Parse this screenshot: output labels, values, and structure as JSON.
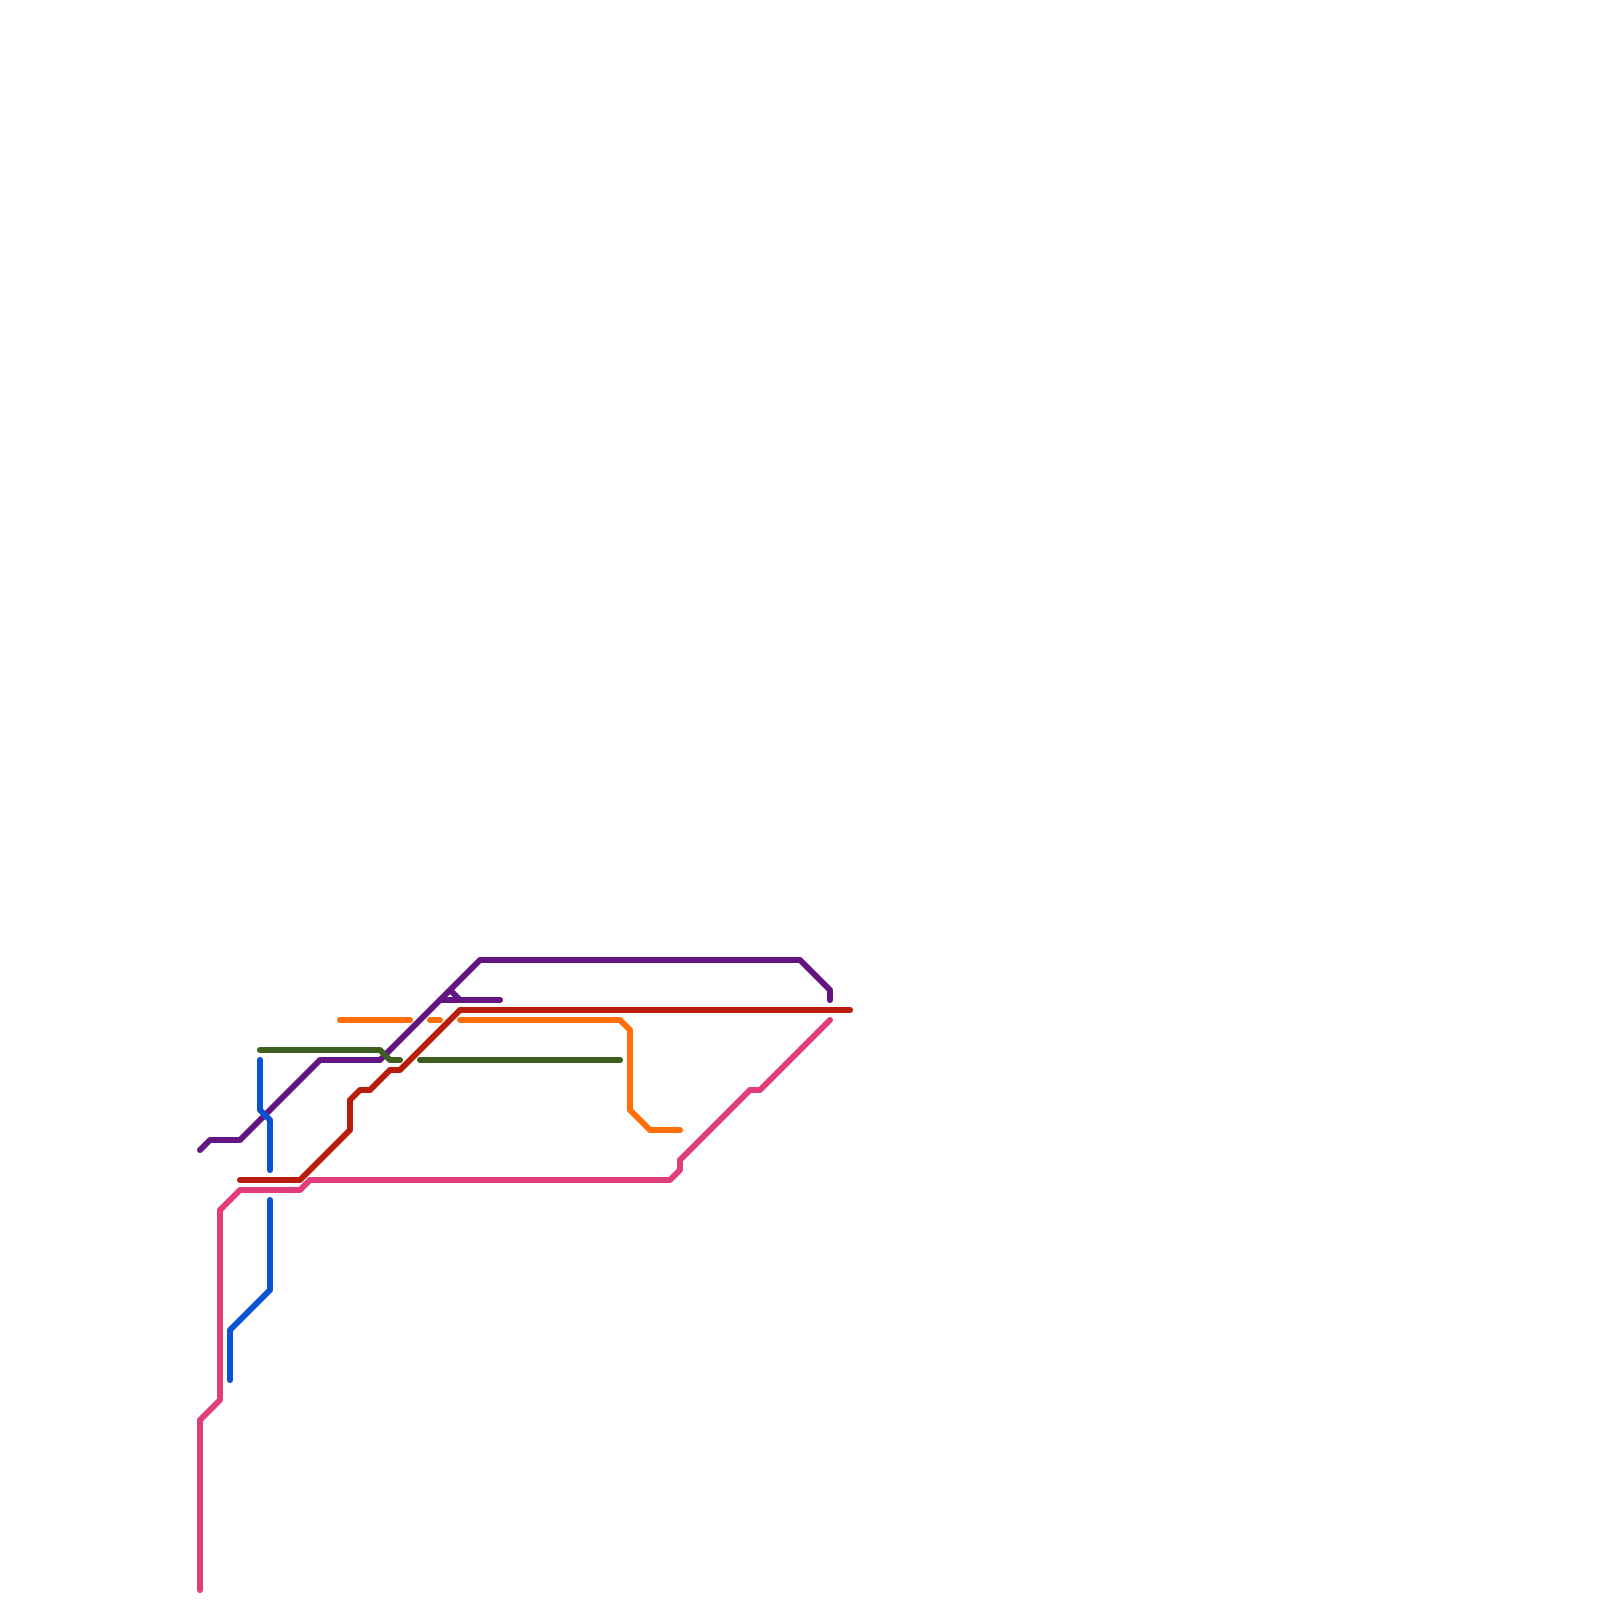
{
  "map": {
    "background": "#ffffff",
    "lines": [
      {
        "id": "purple",
        "color": "#631682"
      },
      {
        "id": "red",
        "color": "#b81d0b"
      },
      {
        "id": "orange",
        "color": "#ff6e0a"
      },
      {
        "id": "green",
        "color": "#3d5e1f"
      },
      {
        "id": "blue",
        "color": "#0a54d4"
      },
      {
        "id": "pink",
        "color": "#e23d7b"
      }
    ]
  }
}
